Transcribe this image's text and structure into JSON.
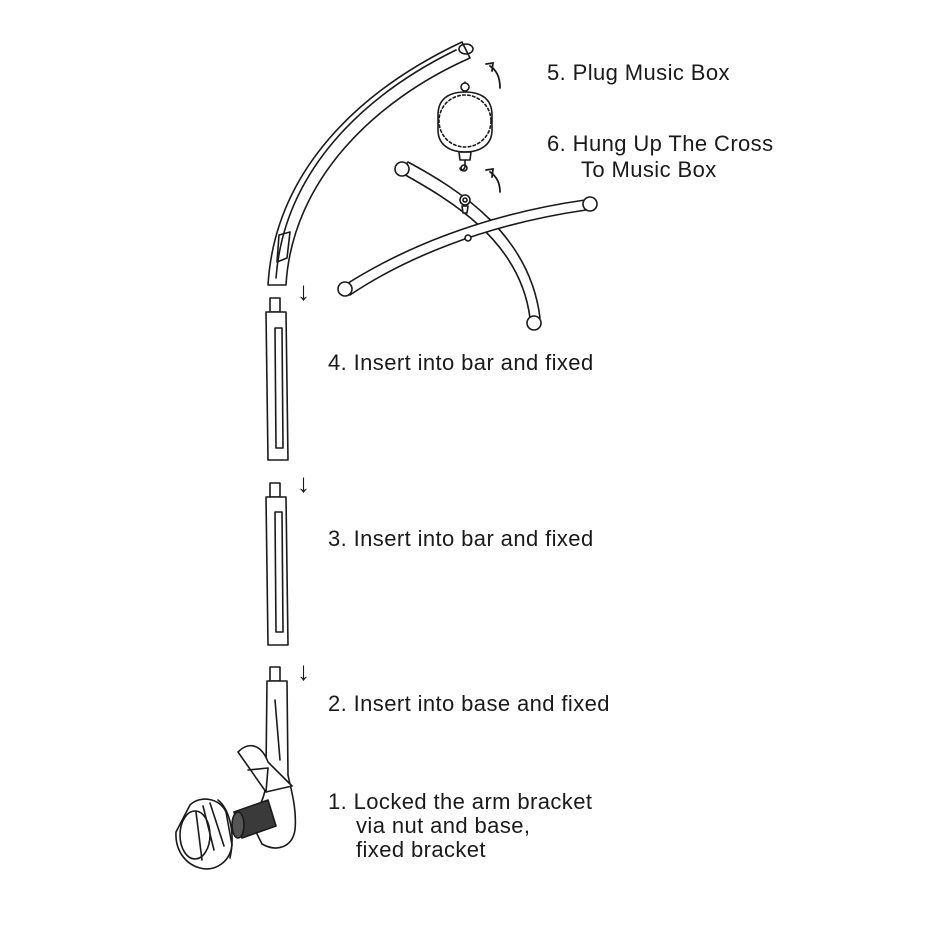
{
  "steps": {
    "s5": "5. Plug Music Box",
    "s6_line1": "6. Hung Up The Cross",
    "s6_line2": "To Music Box",
    "s4": "4. Insert into bar and fixed",
    "s3": "3. Insert into bar and fixed",
    "s2": "2. Insert into base and fixed",
    "s1_line1": "1. Locked the arm bracket",
    "s1_line2": "via nut and base,",
    "s1_line3": "fixed bracket"
  },
  "arrows": {
    "down": "↓"
  },
  "colors": {
    "line": "#1a1a1a",
    "fill": "#ffffff",
    "dark_part": "#3a3a3a"
  }
}
